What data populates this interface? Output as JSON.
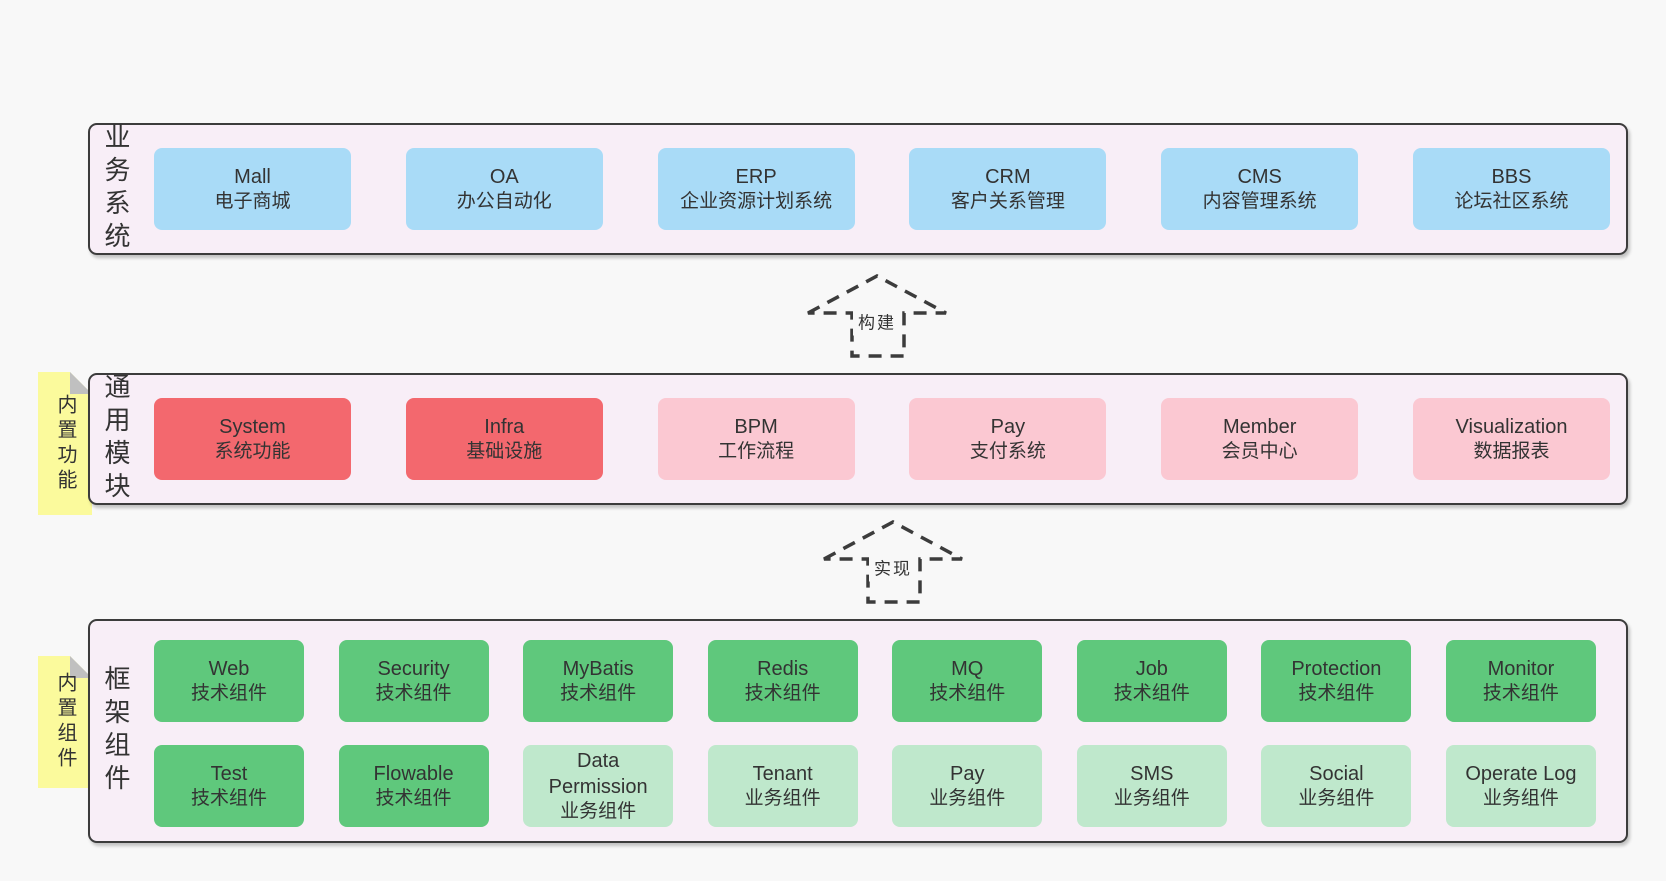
{
  "colors": {
    "page-bg": "#f8f8f8",
    "band-bg": "#f8eef7",
    "band-border": "#3c3c3c",
    "text": "#333333",
    "blue": "#a9dbf7",
    "red": "#f3686e",
    "pink": "#fbc8d2",
    "green": "#5fc87c",
    "light-green": "#bfe8cc",
    "yellow": "#fbfa9c",
    "fold-gray": "#c0c0c0"
  },
  "bands": [
    {
      "label": "业务系统",
      "boxes": [
        {
          "name": "Mall",
          "desc": "电子商城"
        },
        {
          "name": "OA",
          "desc": "办公自动化"
        },
        {
          "name": "ERP",
          "desc": "企业资源计划系统"
        },
        {
          "name": "CRM",
          "desc": "客户关系管理"
        },
        {
          "name": "CMS",
          "desc": "内容管理系统"
        },
        {
          "name": "BBS",
          "desc": "论坛社区系统"
        }
      ]
    },
    {
      "label": "通用模块",
      "note": "内置功能",
      "boxes": [
        {
          "name": "System",
          "desc": "系统功能"
        },
        {
          "name": "Infra",
          "desc": "基础设施"
        },
        {
          "name": "BPM",
          "desc": "工作流程"
        },
        {
          "name": "Pay",
          "desc": "支付系统"
        },
        {
          "name": "Member",
          "desc": "会员中心"
        },
        {
          "name": "Visualization",
          "desc": "数据报表"
        }
      ]
    },
    {
      "label": "框架组件",
      "note": "内置组件",
      "rows": [
        [
          {
            "name": "Web",
            "desc": "技术组件"
          },
          {
            "name": "Security",
            "desc": "技术组件"
          },
          {
            "name": "MyBatis",
            "desc": "技术组件"
          },
          {
            "name": "Redis",
            "desc": "技术组件"
          },
          {
            "name": "MQ",
            "desc": "技术组件"
          },
          {
            "name": "Job",
            "desc": "技术组件"
          },
          {
            "name": "Protection",
            "desc": "技术组件"
          },
          {
            "name": "Monitor",
            "desc": "技术组件"
          }
        ],
        [
          {
            "name": "Test",
            "desc": "技术组件"
          },
          {
            "name": "Flowable",
            "desc": "技术组件"
          },
          {
            "name": "Data Permission",
            "desc": "业务组件"
          },
          {
            "name": "Tenant",
            "desc": "业务组件"
          },
          {
            "name": "Pay",
            "desc": "业务组件"
          },
          {
            "name": "SMS",
            "desc": "业务组件"
          },
          {
            "name": "Social",
            "desc": "业务组件"
          },
          {
            "name": "Operate Log",
            "desc": "业务组件"
          }
        ]
      ]
    }
  ],
  "arrows": [
    {
      "label": "构建"
    },
    {
      "label": "实现"
    }
  ]
}
